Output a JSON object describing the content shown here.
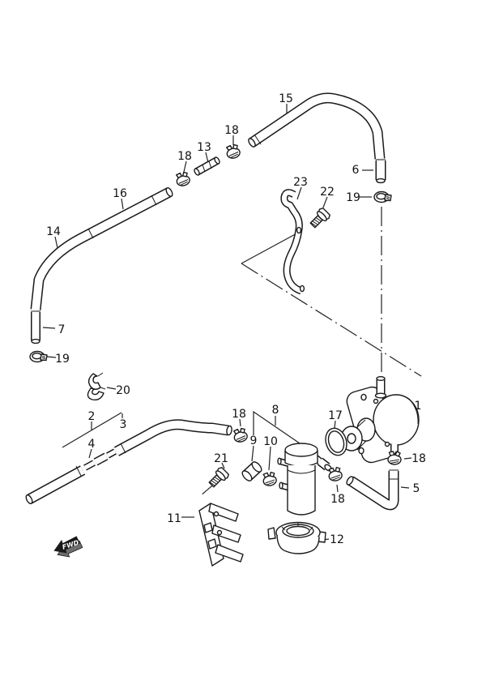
{
  "diagram": {
    "type": "exploded-parts-diagram",
    "subject": "fuel pump and fuel hose assembly",
    "orientation_marker": "FWD",
    "colors": {
      "line": "#1a1a1a",
      "background": "#ffffff",
      "part_fill": "#ffffff",
      "marker_fill": "#1a1a1a",
      "marker_text": "#ffffff"
    },
    "callouts": [
      {
        "ref": "15"
      },
      {
        "ref": "18"
      },
      {
        "ref": "13"
      },
      {
        "ref": "18"
      },
      {
        "ref": "16"
      },
      {
        "ref": "6"
      },
      {
        "ref": "23"
      },
      {
        "ref": "22"
      },
      {
        "ref": "19"
      },
      {
        "ref": "14"
      },
      {
        "ref": "7"
      },
      {
        "ref": "19"
      },
      {
        "ref": "20"
      },
      {
        "ref": "2"
      },
      {
        "ref": "3"
      },
      {
        "ref": "4"
      },
      {
        "ref": "1"
      },
      {
        "ref": "17"
      },
      {
        "ref": "18"
      },
      {
        "ref": "8"
      },
      {
        "ref": "9"
      },
      {
        "ref": "10"
      },
      {
        "ref": "21"
      },
      {
        "ref": "18"
      },
      {
        "ref": "5"
      },
      {
        "ref": "18"
      },
      {
        "ref": "11"
      },
      {
        "ref": "12"
      }
    ]
  }
}
